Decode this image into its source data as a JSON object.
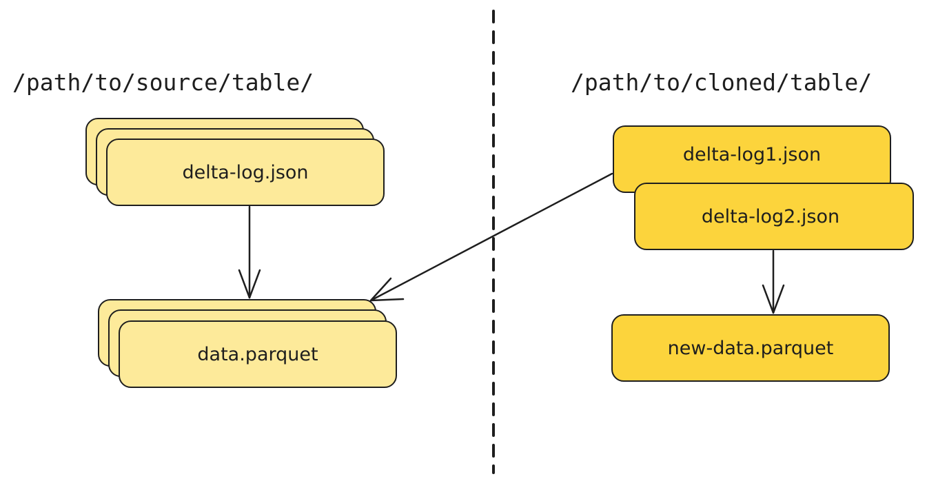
{
  "left_side": {
    "path_label": "/path/to/source/table/",
    "log_box_label": "delta-log.json",
    "data_box_label": "data.parquet"
  },
  "right_side": {
    "path_label": "/path/to/cloned/table/",
    "log1_box_label": "delta-log1.json",
    "log2_box_label": "delta-log2.json",
    "data_box_label": "new-data.parquet"
  },
  "colors": {
    "source_box_fill": "#fdea9a",
    "cloned_box_fill": "#fcd43c",
    "stroke": "#1e1e1e"
  }
}
